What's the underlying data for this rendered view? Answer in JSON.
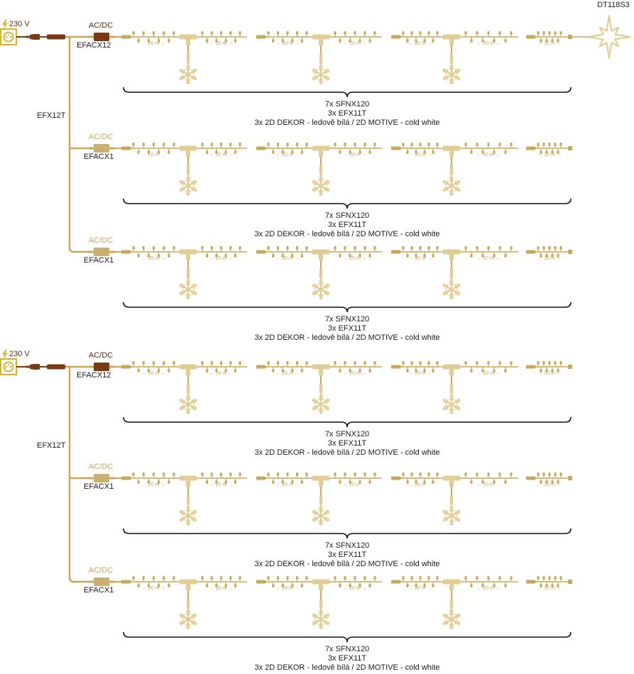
{
  "colors": {
    "gold": "#c8a85a",
    "gold_light": "#e2cd94",
    "brown": "#7a3b14",
    "brown_dark": "#5b2a0c",
    "adapter_gold": "#c9b070",
    "yellow_bolt": "#d9b12a",
    "text": "#1a1a1a"
  },
  "top_star_label": "DT118S3",
  "systems": [
    {
      "power_label": "230 V",
      "cable_label": "EFX12T",
      "runs": [
        {
          "acdc_label": "AC/DC",
          "adapter_label": "EFACX12",
          "adapter_type": "brown",
          "segment_label": "← 20 m →",
          "summary": [
            "7x SFNX120",
            "3x EFX11T",
            "3x 2D DEKOR - ledově bílá / 2D MOTIVE - cold white"
          ]
        },
        {
          "acdc_label": "AC/DC",
          "adapter_label": "EFACX1",
          "adapter_type": "gold",
          "segment_label": "← 20 m →",
          "summary": [
            "7x SFNX120",
            "3x EFX11T",
            "3x 2D DEKOR - ledově bílá / 2D MOTIVE - cold white"
          ]
        },
        {
          "acdc_label": "AC/DC",
          "adapter_label": "EFACX1",
          "adapter_type": "gold",
          "segment_label": "← 20 m →",
          "summary": [
            "7x SFNX120",
            "3x EFX11T",
            "3x 2D DEKOR - ledově bílá / 2D MOTIVE - cold white"
          ]
        }
      ]
    },
    {
      "power_label": "230 V",
      "cable_label": "EFX12T",
      "runs": [
        {
          "acdc_label": "AC/DC",
          "adapter_label": "EFACX12",
          "adapter_type": "brown",
          "segment_label": "← 20 m →",
          "summary": [
            "7x SFNX120",
            "3x EFX11T",
            "3x 2D DEKOR - ledově bílá / 2D MOTIVE - cold white"
          ]
        },
        {
          "acdc_label": "AC/DC",
          "adapter_label": "EFACX1",
          "adapter_type": "gold",
          "segment_label": "← 20 m →",
          "summary": [
            "7x SFNX120",
            "3x EFX11T",
            "3x 2D DEKOR - ledově bílá / 2D MOTIVE - cold white"
          ]
        },
        {
          "acdc_label": "AC/DC",
          "adapter_label": "EFACX1",
          "adapter_type": "gold",
          "segment_label": "← 20 m →",
          "summary": [
            "7x SFNX120",
            "3x EFX11T",
            "3x 2D DEKOR - ledově bílá / 2D MOTIVE - cold white"
          ]
        }
      ]
    }
  ]
}
